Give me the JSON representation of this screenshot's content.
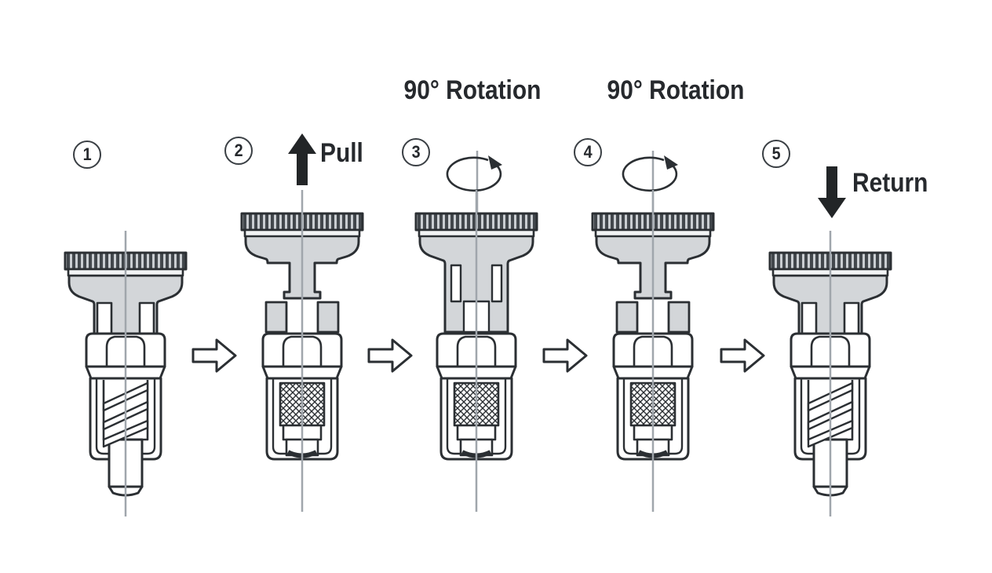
{
  "diagram_title": "",
  "steps": [
    {
      "number": "1",
      "action": ""
    },
    {
      "number": "2",
      "action": "Pull"
    },
    {
      "number": "3",
      "action": "90° Rotation"
    },
    {
      "number": "4",
      "action": "90° Rotation"
    },
    {
      "number": "5",
      "action": "Return"
    }
  ],
  "colors": {
    "outline": "#2b2f33",
    "body_fill": "#d3d6d9",
    "knurl_dark": "#42474c",
    "knurl_light": "#c9cdd1",
    "centerline": "#a0a6ac",
    "arrow_black": "#222527",
    "background": "#ffffff"
  }
}
